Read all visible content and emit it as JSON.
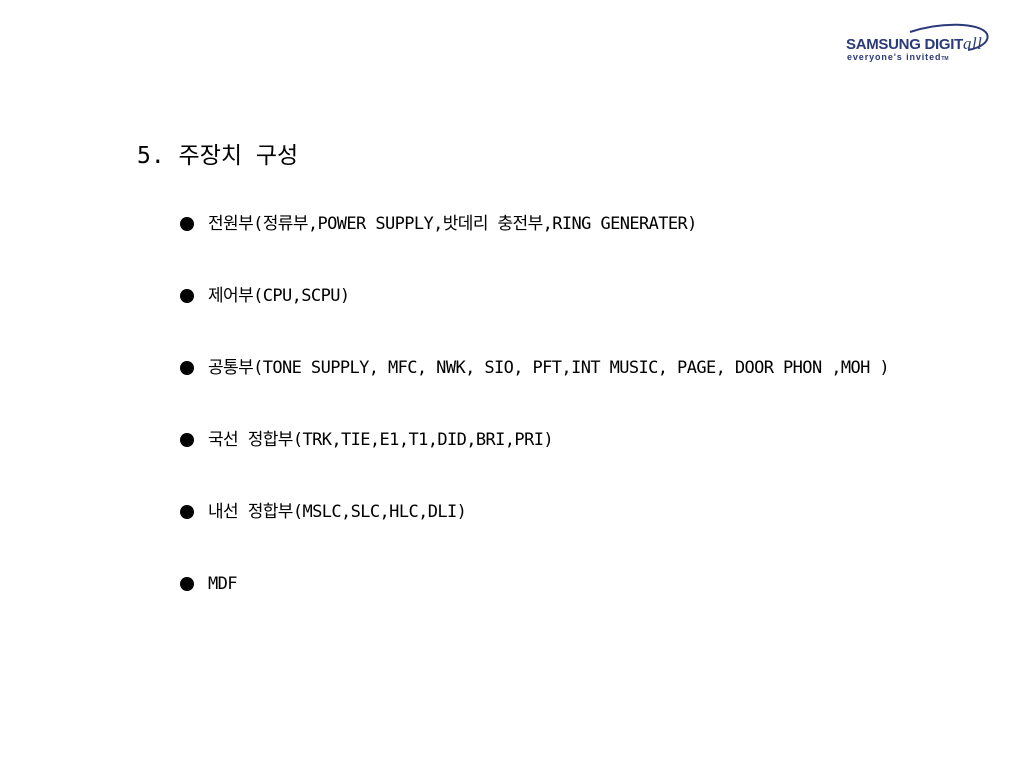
{
  "logo": {
    "brand": "SAMSUNG DIGIT",
    "brand_script": "all",
    "tagline": "everyone's invited",
    "trademark": "TM",
    "color": "#2b3a7a"
  },
  "title": "5. 주장치 구성",
  "bullets": [
    "전원부(정류부,POWER SUPPLY,밧데리 충전부,RING GENERATER)",
    "제어부(CPU,SCPU)",
    "공통부(TONE SUPPLY, MFC, NWK, SIO, PFT,INT MUSIC, PAGE, DOOR PHON ,MOH )",
    "국선 정합부(TRK,TIE,E1,T1,DID,BRI,PRI)",
    "내선 정합부(MSLC,SLC,HLC,DLI)",
    "MDF"
  ]
}
